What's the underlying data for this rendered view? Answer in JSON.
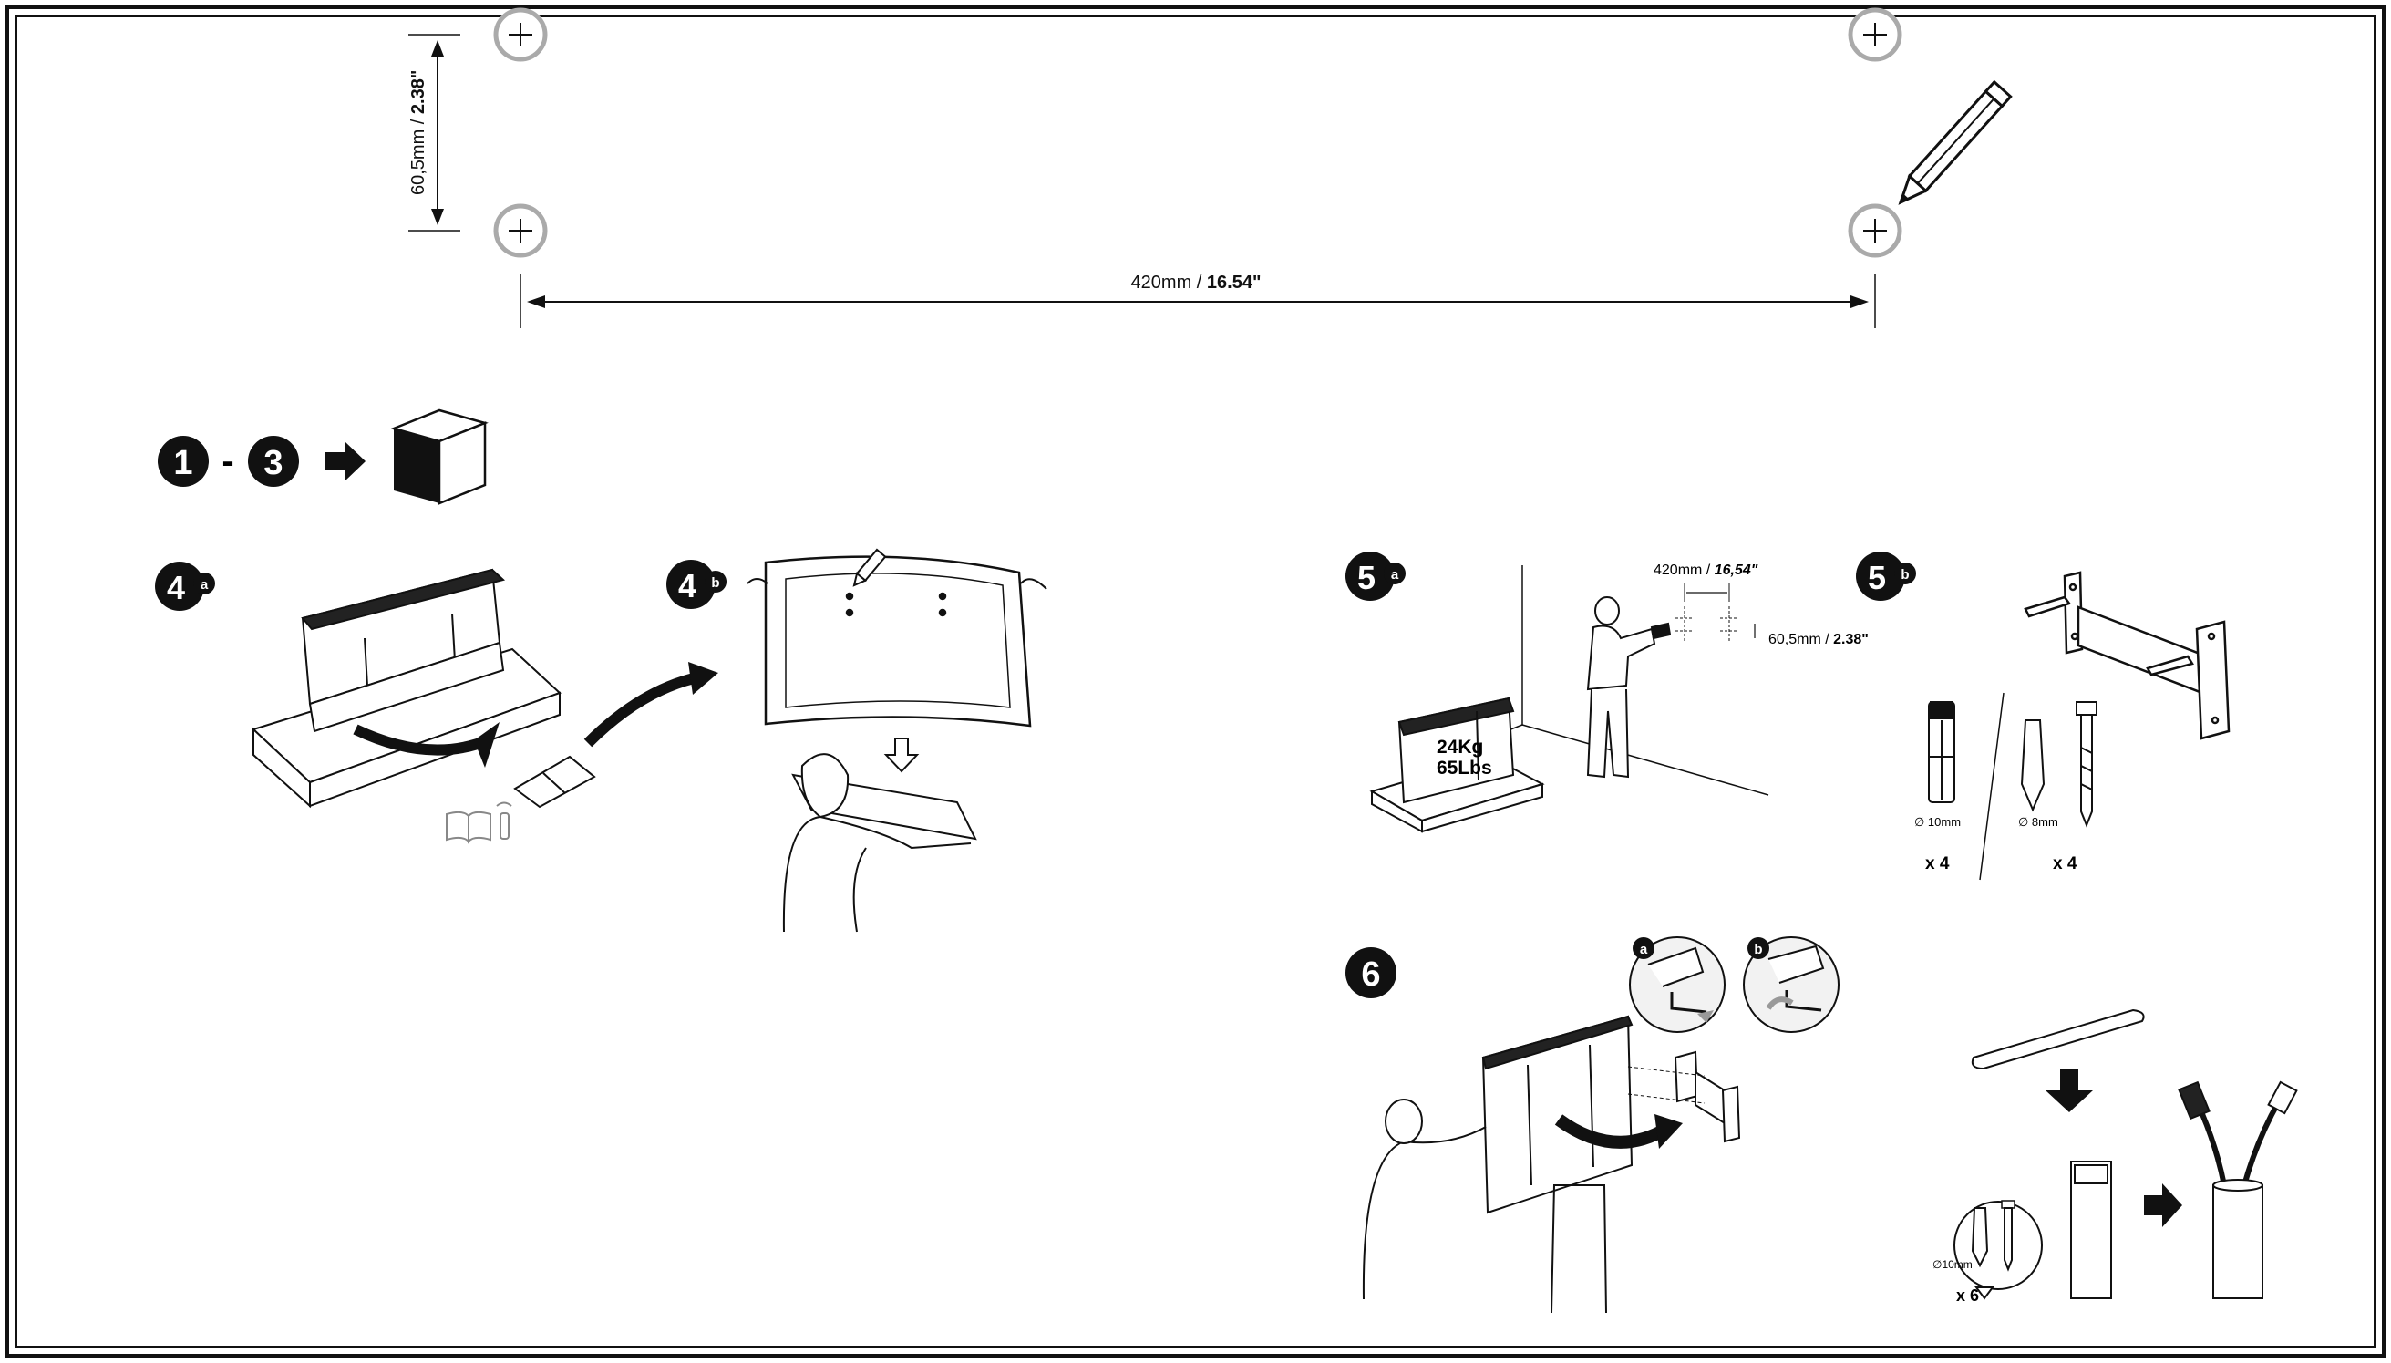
{
  "template": {
    "height": {
      "mm": "60,5mm / ",
      "in": "2.38\""
    },
    "width": {
      "mm": "420mm / ",
      "in": "16.54\""
    },
    "icons": [
      "plus-circle-icon",
      "pencil-icon",
      "arrow-left-icon",
      "arrow-right-icon"
    ]
  },
  "steps": {
    "s1": {
      "num": "1"
    },
    "dash": "-",
    "s3": {
      "num": "3"
    },
    "s4a": {
      "num": "4",
      "sub": "a"
    },
    "s4b": {
      "num": "4",
      "sub": "b"
    },
    "s5a": {
      "num": "5",
      "sub": "a",
      "width": {
        "mm": "420mm / ",
        "in": "16,54\""
      },
      "height": {
        "mm": "60,5mm / ",
        "in": "2.38\""
      },
      "weight_kg": "24Kg",
      "weight_lbs": "65Lbs"
    },
    "s5b": {
      "num": "5",
      "sub": "b",
      "plug": {
        "dia": "∅ 10mm",
        "qty": "x 4"
      },
      "screw": {
        "dia": "∅ 8mm",
        "qty": "x 4"
      }
    },
    "s6": {
      "num": "6",
      "detail_a": "a",
      "detail_b": "b",
      "kit": {
        "dia": "∅10mm",
        "qty": "x 6"
      }
    }
  },
  "icons": [
    "book-icon",
    "remote-icon",
    "box-icon",
    "arrow-right-icon",
    "pencil-icon",
    "arrow-down-icon"
  ],
  "colors": {
    "ink": "#111111",
    "guide": "#9a9a9a",
    "paper": "#ffffff"
  }
}
